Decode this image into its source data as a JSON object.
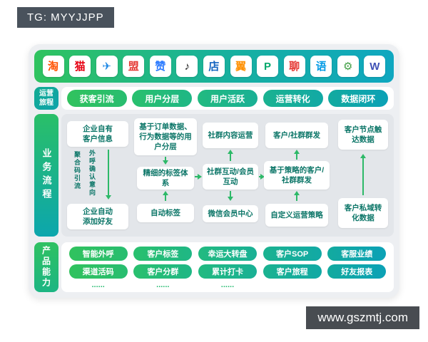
{
  "tg_label": "TG: MYYJJPP",
  "watermark": "www.gszmtj.com",
  "colors": {
    "accent_green": "#2bbf68",
    "accent_teal": "#0fa7b0",
    "box_text": "#0c7668"
  },
  "header": {
    "icons": [
      {
        "name": "taobao",
        "glyph": "淘",
        "color": "#ff5000"
      },
      {
        "name": "tmall",
        "glyph": "猫",
        "color": "#e60012"
      },
      {
        "name": "plane-app",
        "glyph": "✈",
        "color": "#1e88e5"
      },
      {
        "name": "weimob",
        "glyph": "盟",
        "color": "#e53935"
      },
      {
        "name": "thumbsup-app",
        "glyph": "赞",
        "color": "#2979ff"
      },
      {
        "name": "douyin",
        "glyph": "♪",
        "color": "#111111"
      },
      {
        "name": "storefront-app",
        "glyph": "店",
        "color": "#1565c0"
      },
      {
        "name": "wing-app",
        "glyph": "翼",
        "color": "#ff8f00"
      },
      {
        "name": "pdd-app",
        "glyph": "P",
        "color": "#00a86b"
      },
      {
        "name": "chat-app",
        "glyph": "聊",
        "color": "#e53935"
      },
      {
        "name": "message-app",
        "glyph": "语",
        "color": "#039be5"
      },
      {
        "name": "gear-app",
        "glyph": "⚙",
        "color": "#43a047"
      },
      {
        "name": "weidian",
        "glyph": "W",
        "color": "#3f51b5"
      }
    ]
  },
  "journey": {
    "label": "运营旅程",
    "steps": [
      "获客引流",
      "用户分层",
      "用户活跃",
      "运营转化",
      "数据闭环"
    ]
  },
  "process": {
    "label": "业务流程",
    "boxes": {
      "b1": "企业自有客户信息",
      "side1": "聚合码引流",
      "side2": "外呼确认意向",
      "b2": "企业自动添加好友",
      "b3": "基于订单数据、行为数据等的用户分层",
      "b4": "精细的标签体系",
      "b5": "自动标签",
      "b6": "社群内容运营",
      "b7": "社群互动/会员互动",
      "b8": "微信会员中心",
      "b9": "客户/社群群发",
      "b10": "基于策略的客户/社群群发",
      "b11": "自定义运营策略",
      "b12": "客户节点触达数据",
      "b13": "客户私域转化数据"
    }
  },
  "capability": {
    "label": "产品能力",
    "columns": [
      [
        "智能外呼",
        "渠道活码",
        "......"
      ],
      [
        "客户标签",
        "客户分群",
        "......"
      ],
      [
        "幸运大转盘",
        "累计打卡",
        "......"
      ],
      [
        "客户SOP",
        "客户旅程"
      ],
      [
        "客服业绩",
        "好友报表"
      ]
    ]
  }
}
